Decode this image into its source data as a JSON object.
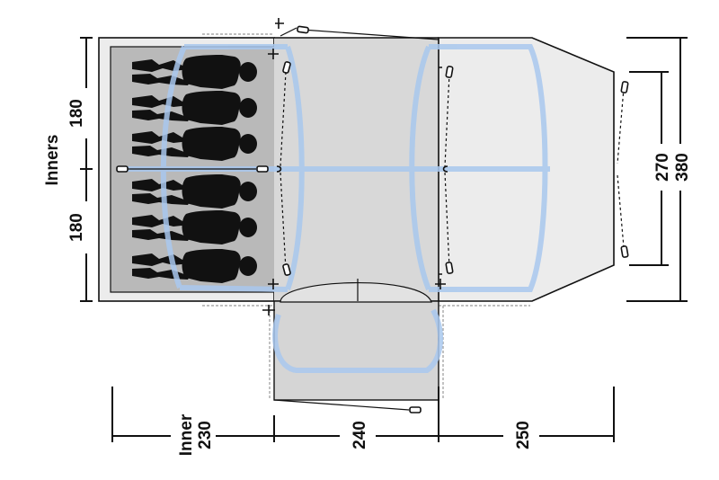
{
  "colors": {
    "bedroom_fill": "#b9b9b9",
    "living_fill": "#d8d8d8",
    "porch_fill": "#ececec",
    "pole_color": "#a9c8ee",
    "outline": "#111111",
    "sleeper_silhouette": "#111111"
  },
  "icons": [
    "sleeping-person-icon",
    "tent-peg-icon",
    "guy-line-icon"
  ],
  "sleepers": {
    "count": 6
  },
  "dimensions": {
    "inners_label": "Inners",
    "inner_top": "180",
    "inner_bottom": "180",
    "inner_label": "Inner",
    "inner_width": "230",
    "middle_width": "240",
    "porch_width": "250",
    "porch_depth": "270",
    "total_depth": "380"
  }
}
